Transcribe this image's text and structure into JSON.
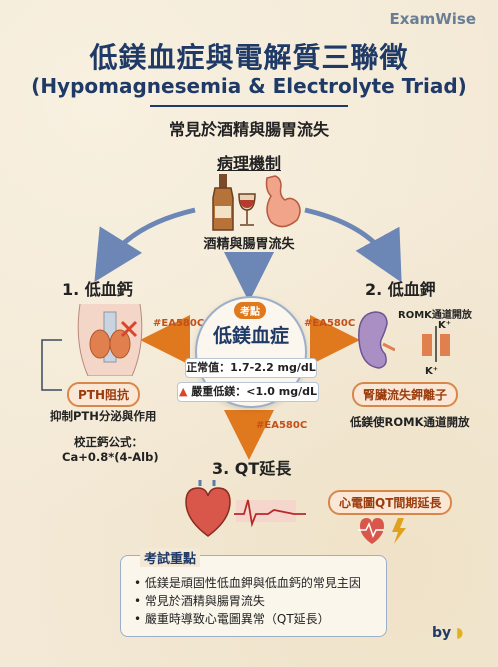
{
  "brand": "ExamWise",
  "title": "低鎂血症與電解質三聯徵",
  "subtitle_en": "(Hypomagnesemia & Electrolyte Triad)",
  "caption": "常見於酒精與腸胃流失",
  "mechanism": {
    "heading": "病理機制",
    "source_label": "酒精與腸胃流失"
  },
  "center": {
    "tag": "考點",
    "title": "低鎂血症",
    "normal_range": "正常值：1.7-2.2 mg/dL",
    "severe": "嚴重低鎂：<1.0 mg/dL"
  },
  "arrow_labels": {
    "left": "#EA580C",
    "right": "#EA580C",
    "down": "#EA580C"
  },
  "left_branch": {
    "heading": "1. 低血鈣",
    "pill": "PTH阻抗",
    "desc": "抑制PTH分泌與作用",
    "formula_title": "校正鈣公式：",
    "formula": "Ca+0.8*(4-Alb)"
  },
  "right_branch": {
    "heading": "2. 低血鉀",
    "romk_label": "ROMK通道開放",
    "k_top": "K⁺",
    "k_bottom": "K⁺",
    "pill": "腎臟流失鉀離子",
    "desc": "低鎂使ROMK通道開放"
  },
  "bottom_branch": {
    "heading": "3. QT延長",
    "pill": "心電圖QT間期延長"
  },
  "notes": {
    "title": "考試重點",
    "items": [
      "• 低鎂是頑固性低血鉀與低血鈣的常見主因",
      "• 常見於酒精與腸胃流失",
      "• 嚴重時導致心電圖異常（QT延長）"
    ]
  },
  "by": "by",
  "colors": {
    "navy": "#1f3a66",
    "accent": "#EA580C",
    "pill_border": "#d8874a",
    "arrow_blue": "#6c86b5"
  }
}
